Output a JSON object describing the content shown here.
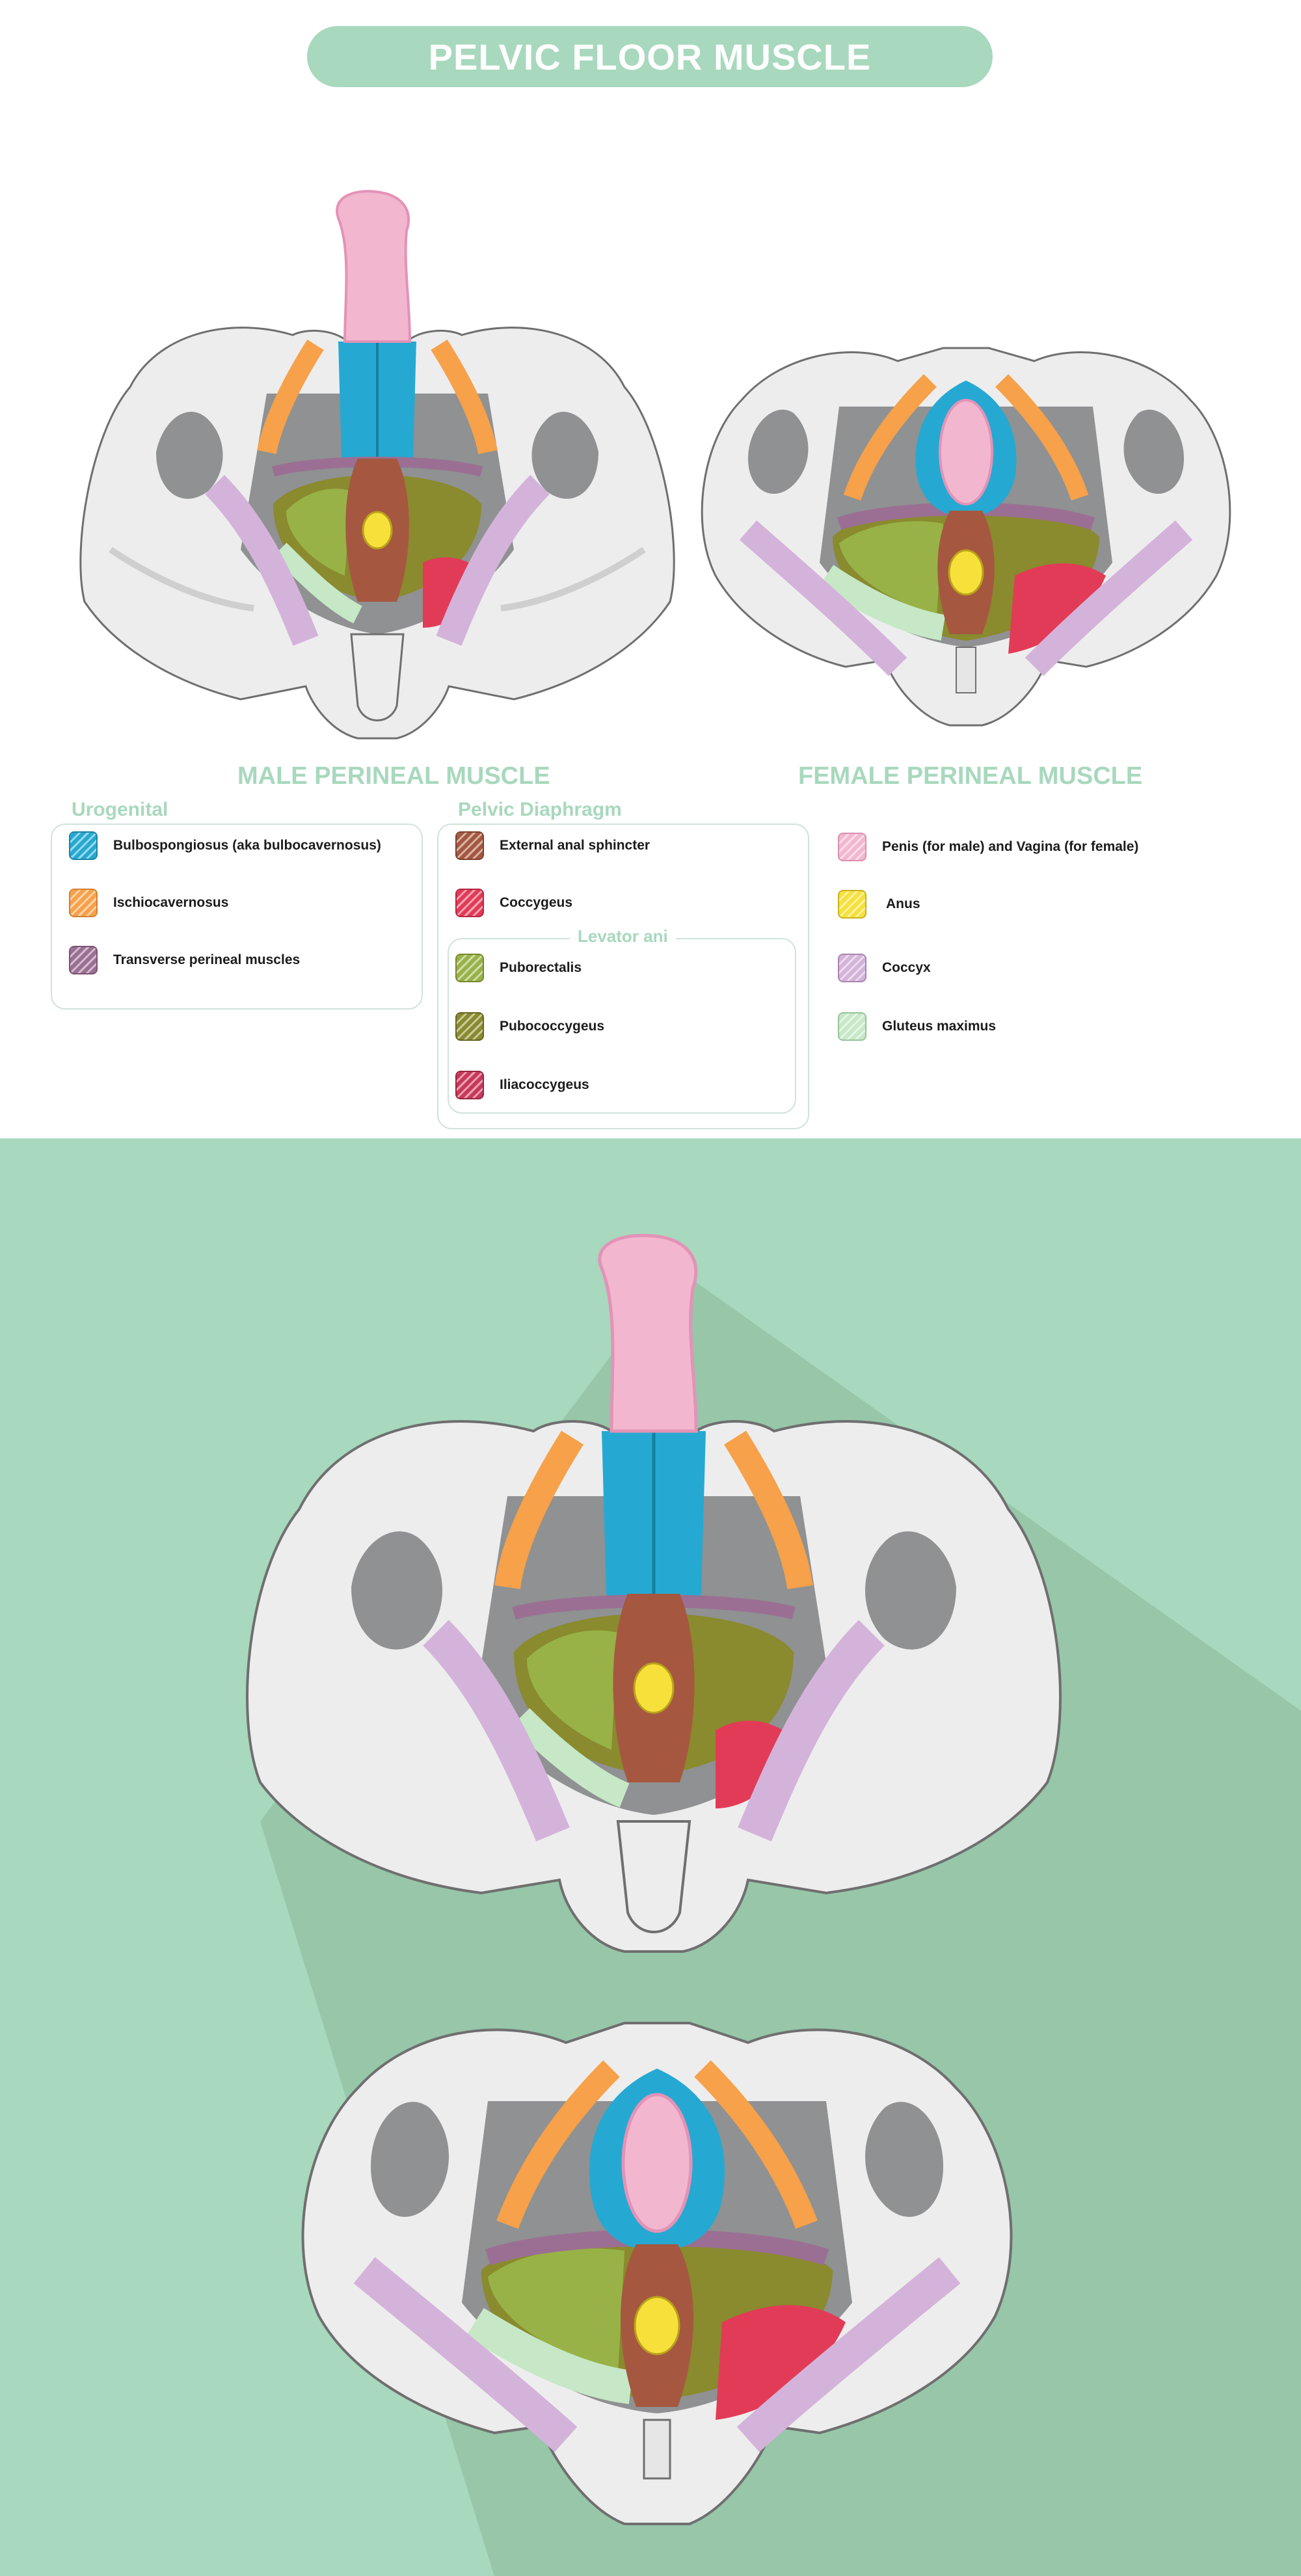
{
  "title": "PELVIC FLOOR MUSCLE",
  "figures": {
    "male_caption": "MALE PERINEAL MUSCLE",
    "female_caption": "FEMALE PERINEAL MUSCLE"
  },
  "legend": {
    "urogenital": {
      "title": "Urogenital",
      "items": [
        {
          "label": "Bulbospongiosus (aka bulbocavernosus)",
          "color": "#25a9d2"
        },
        {
          "label": "Ischiocavernosus",
          "color": "#f7a14a"
        },
        {
          "label": "Transverse perineal muscles",
          "color": "#9b6f93"
        }
      ]
    },
    "pelvic_diaphragm": {
      "title": "Pelvic Diaphragm",
      "items": [
        {
          "label": "External anal sphincter",
          "color": "#a5583f"
        },
        {
          "label": "Coccygeus",
          "color": "#e23b57"
        }
      ],
      "levator_ani": {
        "title": "Levator ani",
        "items": [
          {
            "label": "Puborectalis",
            "color": "#98b247"
          },
          {
            "label": "Pubococcygeus",
            "color": "#8a8a2e"
          },
          {
            "label": "Iliacoccygeus",
            "color": "#c9385a"
          }
        ]
      }
    },
    "other": {
      "items": [
        {
          "label": "Penis (for male) and Vagina (for female)",
          "color": "#f2b7cf"
        },
        {
          "label": "Anus",
          "color": "#f7e03a"
        },
        {
          "label": "Coccyx",
          "color": "#d4b3da"
        },
        {
          "label": "Gluteus maximus",
          "color": "#c7e8c7"
        }
      ]
    }
  },
  "colors": {
    "accent": "#a8d8bd",
    "panel_shadow": "#97c6a9",
    "bone": "#ededed",
    "bone_outline": "#6f6f6f",
    "cavity": "#8f9192"
  }
}
